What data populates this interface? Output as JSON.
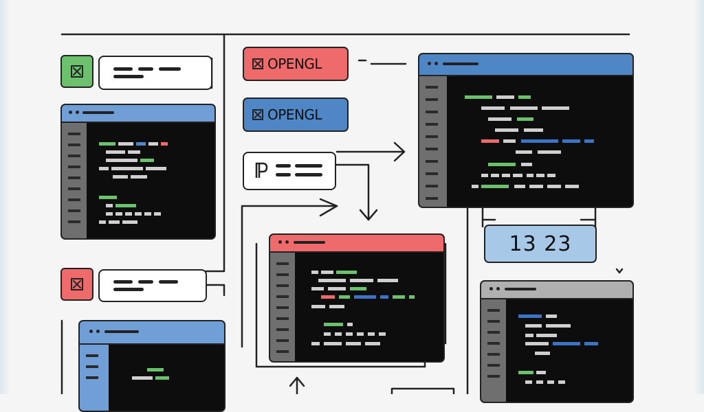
{
  "tags": {
    "opengl_red": {
      "label": "OPENGL",
      "color": "#ef6b6b"
    },
    "opengl_blue": {
      "label": "OPENGL",
      "color": "#4f86c6"
    }
  },
  "counter": {
    "value": "13 23"
  },
  "colors": {
    "green": "#6cc26c",
    "red": "#ef6b6b",
    "blue": "#4f86c6",
    "light_blue": "#a8c8e8",
    "gray": "#b0b0b0",
    "code_white": "#cfcfcf",
    "code_green": "#6cc26c",
    "code_blue": "#3b74c4",
    "code_red": "#ef6b6b"
  },
  "icons": [
    "close-box-icon",
    "p-icon",
    "down-arrow-icon",
    "right-arrow-icon",
    "up-arrow-icon"
  ]
}
